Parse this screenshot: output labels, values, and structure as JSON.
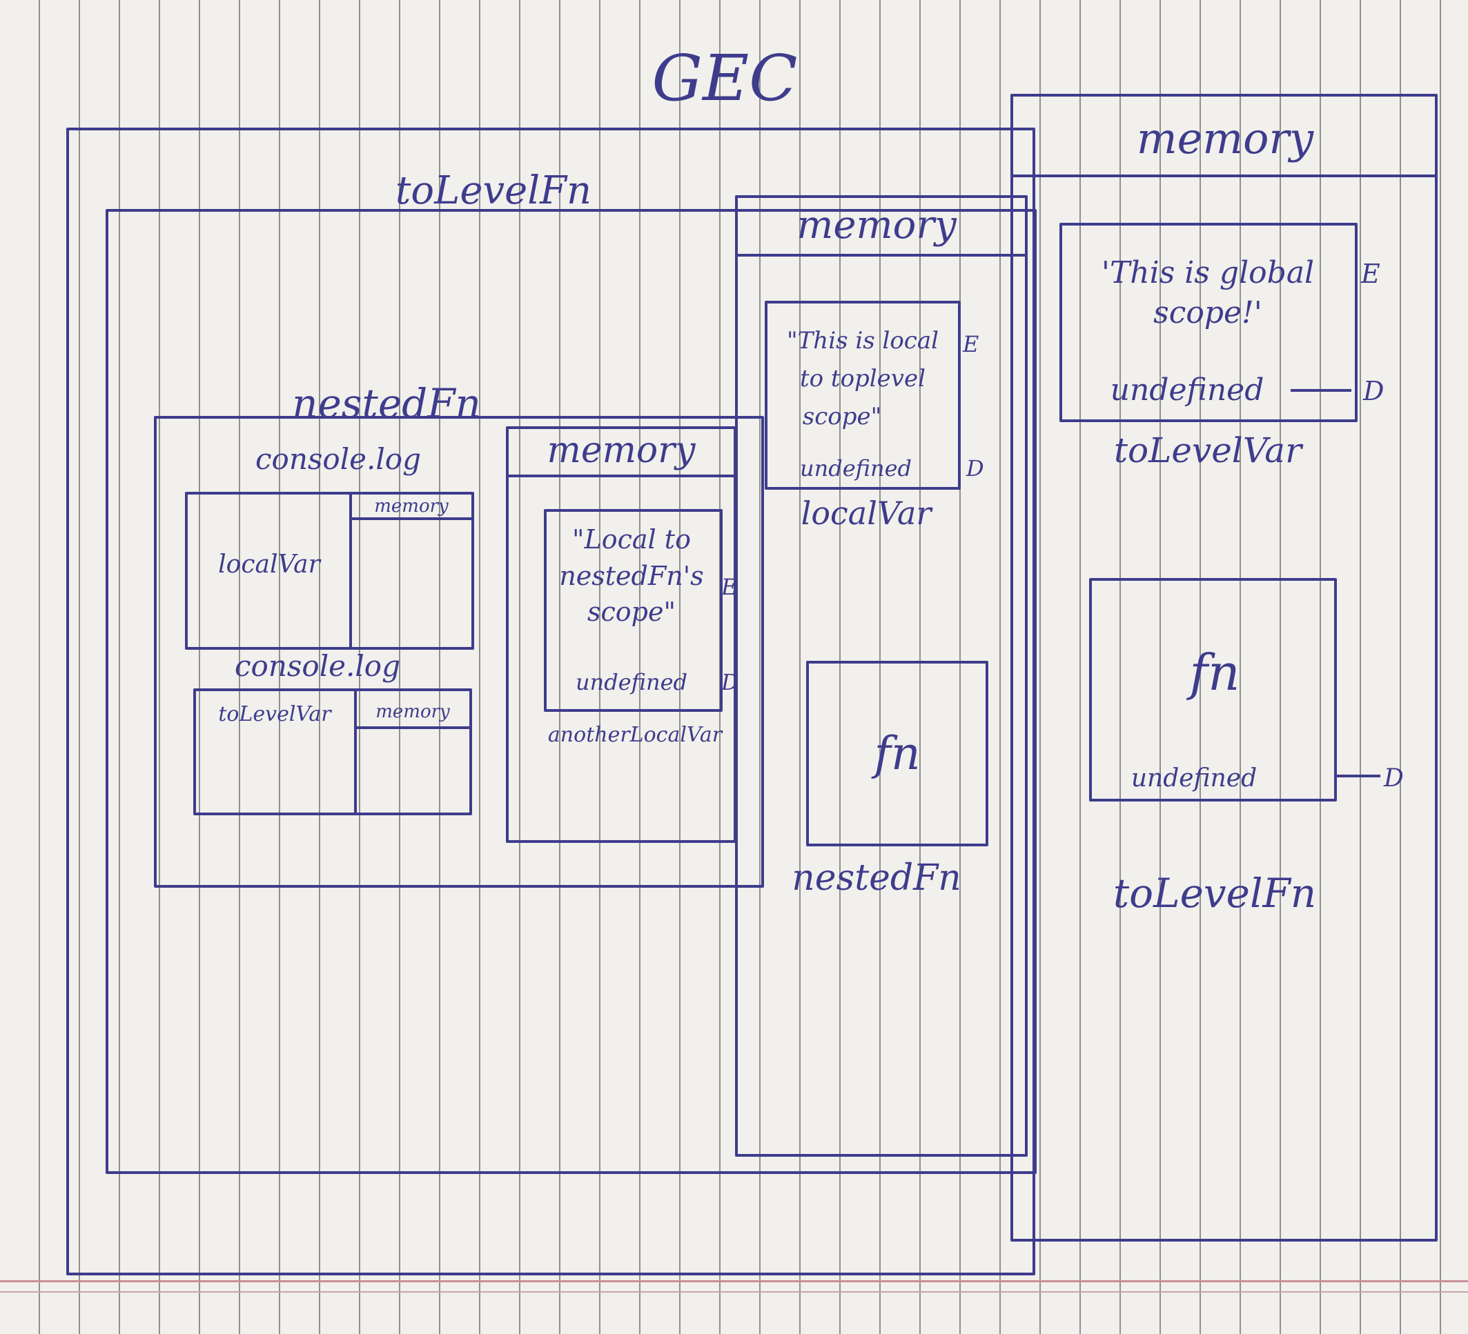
{
  "diagram": {
    "title": "GEC",
    "global_memory": {
      "header": "memory",
      "string_value": [
        "'This is global",
        "scope!'"
      ],
      "string_tag": "E",
      "undefined_value": "undefined",
      "undefined_tag": "D",
      "var_name": "toLevelVar",
      "fn_value": "fn",
      "fn_undefined": "undefined",
      "fn_tag": "D",
      "fn_name": "toLevelFn"
    },
    "toplevel_fn": {
      "label": "toLevelFn",
      "memory": {
        "header": "memory",
        "string_value": [
          "\"This is local",
          "to toplevel",
          "scope\""
        ],
        "string_tag": "E",
        "undefined_value": "undefined",
        "undefined_tag": "D",
        "var_name": "localVar",
        "fn_value": "fn",
        "fn_name": "nestedFn"
      }
    },
    "nested_fn": {
      "label": "nestedFn",
      "log1": {
        "label": "console.log",
        "var_name": "localVar",
        "memory": "memory"
      },
      "log2": {
        "label": "console.log",
        "var_name": "toLevelVar",
        "memory": "memory"
      },
      "memory": {
        "header": "memory",
        "string_value": [
          "\"Local to",
          "nestedFn's",
          "scope\""
        ],
        "string_tag": "E",
        "undefined_value": "undefined",
        "undefined_tag": "D",
        "var_name": "anotherLocalVar"
      }
    }
  }
}
